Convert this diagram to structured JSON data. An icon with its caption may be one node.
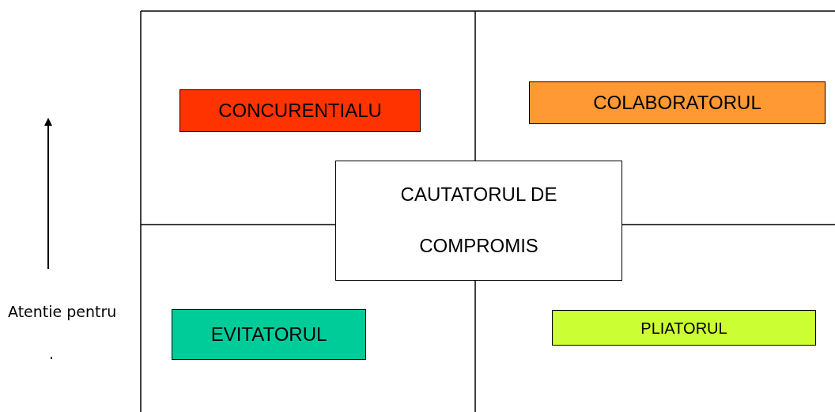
{
  "diagram": {
    "nodes": [
      {
        "text": [
          "CONCURENTIALU"
        ]
      },
      {
        "text": [
          "COLABORATORUL"
        ]
      },
      {
        "text": [
          "CAUTATORUL DE COMPROMIS"
        ]
      },
      {
        "text": [
          "EVITATORUL"
        ]
      },
      {
        "text": [
          "PLIATORUL"
        ]
      }
    ],
    "labels": [
      "Atentie pentru",
      "."
    ]
  }
}
